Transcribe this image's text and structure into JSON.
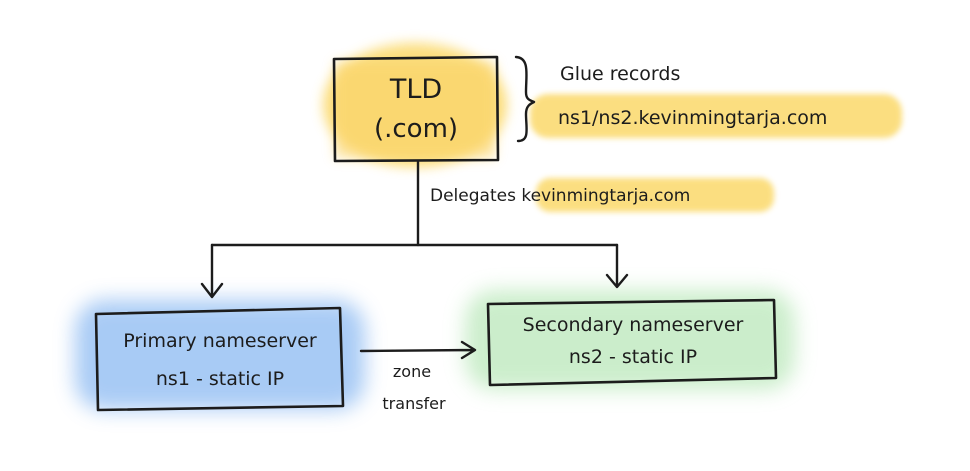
{
  "tld": {
    "line1": "TLD",
    "line2": "(.com)"
  },
  "glue": {
    "label": "Glue records",
    "records": "ns1/ns2.kevinmingtarja.com"
  },
  "delegation": {
    "text": "Delegates kevinmingtarja.com"
  },
  "primary": {
    "line1": "Primary nameserver",
    "line2": "ns1 - static IP"
  },
  "secondary": {
    "line1": "Secondary nameserver",
    "line2": "ns2 - static IP"
  },
  "transfer": {
    "line1": "zone",
    "line2": "transfer"
  },
  "colors": {
    "yellow": "#fbd96a",
    "blue": "#8cbaf2",
    "green": "#c6ecc6",
    "ink": "#1c1c1c"
  }
}
